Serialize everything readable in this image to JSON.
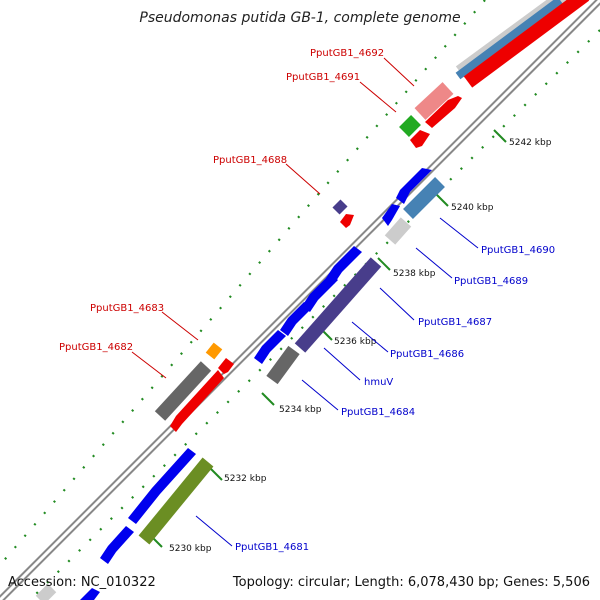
{
  "title": "Pseudomonas putida GB-1, complete genome",
  "footer": {
    "accession": "Accession: NC_010322",
    "summary": "Topology: circular; Length: 6,078,430 bp; Genes: 5,506"
  },
  "ticks": [
    {
      "label": "5230 kbp"
    },
    {
      "label": "5232 kbp"
    },
    {
      "label": "5234 kbp"
    },
    {
      "label": "5236 kbp"
    },
    {
      "label": "5238 kbp"
    },
    {
      "label": "5240 kbp"
    },
    {
      "label": "5242 kbp"
    }
  ],
  "genes": [
    {
      "label": "PputGB1_4692",
      "strand": "reverse"
    },
    {
      "label": "PputGB1_4691",
      "strand": "reverse"
    },
    {
      "label": "PputGB1_4688",
      "strand": "reverse"
    },
    {
      "label": "PputGB1_4690",
      "strand": "forward"
    },
    {
      "label": "PputGB1_4689",
      "strand": "forward"
    },
    {
      "label": "PputGB1_4687",
      "strand": "forward"
    },
    {
      "label": "PputGB1_4686",
      "strand": "forward"
    },
    {
      "label": "hmuV",
      "strand": "forward"
    },
    {
      "label": "PputGB1_4684",
      "strand": "forward"
    },
    {
      "label": "PputGB1_4683",
      "strand": "reverse"
    },
    {
      "label": "PputGB1_4682",
      "strand": "reverse"
    },
    {
      "label": "PputGB1_4681",
      "strand": "forward"
    }
  ],
  "colors": {
    "backbone": "#888888",
    "tick_dots": "#228B22",
    "cds_forward": "#0000ee",
    "cds_reverse": "#ee0000",
    "gc_dark": "#666666",
    "purple": "#483d8b",
    "steelblue": "#4682b4",
    "olive": "#6b8e23",
    "orange": "#ff9900",
    "green": "#22aa22",
    "pink": "#ee8888",
    "label_red": "#cc0000",
    "label_blue": "#0000cc"
  }
}
